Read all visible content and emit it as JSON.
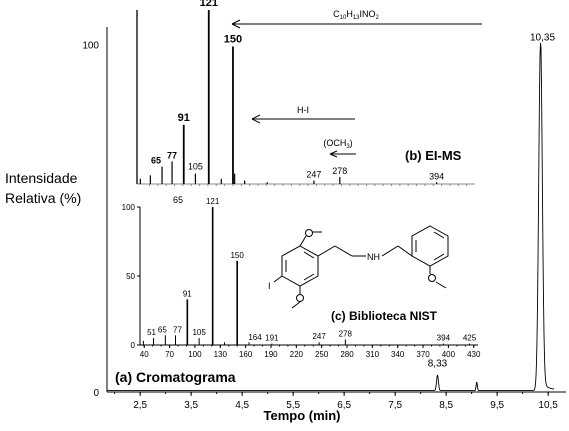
{
  "ylabel_line1": "Intensidade",
  "ylabel_line2": "Relativa (%)",
  "chart_data": [
    {
      "id": "chromatogram",
      "type": "line",
      "panel_label": "(a) Cromatograma",
      "xlabel": "Tempo (min)",
      "xlim": [
        1.85,
        10.85
      ],
      "ylim": [
        0,
        105
      ],
      "x_ticks": [
        "2,5",
        "3,5",
        "4,5",
        "5,5",
        "6,5",
        "7,5",
        "8,5",
        "9,5",
        "10,5"
      ],
      "y_ticks": [
        "0",
        "100"
      ],
      "grid": false,
      "peaks": [
        {
          "x": 8.33,
          "height": 4.5,
          "label": "8,33"
        },
        {
          "x": 9.1,
          "height": 2.5,
          "label": ""
        },
        {
          "x": 10.35,
          "height": 100,
          "label": "10,35"
        }
      ]
    },
    {
      "id": "ei-ms",
      "type": "bar",
      "panel_label": "(b) EI-MS",
      "formula_base": "C",
      "formula_sub1": "10",
      "formula_mid": "H",
      "formula_sub2": "13",
      "formula_tail": "INO",
      "formula_sub3": "2",
      "loss_hi": "H-I",
      "loss_och3": "(OCH",
      "loss_och3_sub": "3",
      "loss_och3_tail": ")",
      "xlim": [
        35,
        440
      ],
      "ylim": [
        0,
        100
      ],
      "peaks": [
        {
          "mz": 39,
          "intensity": 3
        },
        {
          "mz": 51,
          "intensity": 5
        },
        {
          "mz": 65,
          "intensity": 10,
          "label": "65"
        },
        {
          "mz": 77,
          "intensity": 13,
          "label": "77"
        },
        {
          "mz": 91,
          "intensity": 34,
          "label": "91"
        },
        {
          "mz": 105,
          "intensity": 6,
          "label": "105"
        },
        {
          "mz": 121,
          "intensity": 100,
          "label": "121"
        },
        {
          "mz": 136,
          "intensity": 3
        },
        {
          "mz": 150,
          "intensity": 79,
          "label": "150"
        },
        {
          "mz": 152,
          "intensity": 6
        },
        {
          "mz": 164,
          "intensity": 2
        },
        {
          "mz": 191,
          "intensity": 1
        },
        {
          "mz": 247,
          "intensity": 2,
          "label": "247"
        },
        {
          "mz": 278,
          "intensity": 4,
          "label": "278"
        },
        {
          "mz": 394,
          "intensity": 1,
          "label": "394"
        }
      ]
    },
    {
      "id": "nist-library",
      "type": "bar",
      "panel_label": "(c) Biblioteca NIST",
      "xlim": [
        35,
        435
      ],
      "ylim": [
        0,
        100
      ],
      "x_ticks": [
        "40",
        "70",
        "100",
        "130",
        "160",
        "190",
        "220",
        "250",
        "280",
        "310",
        "340",
        "370",
        "400",
        "430"
      ],
      "y_ticks": [
        "0",
        "50",
        "100"
      ],
      "top_label": "65",
      "peaks": [
        {
          "mz": 39,
          "intensity": 3
        },
        {
          "mz": 51,
          "intensity": 5,
          "label": "51"
        },
        {
          "mz": 65,
          "intensity": 7,
          "label": "65"
        },
        {
          "mz": 77,
          "intensity": 7,
          "label": "77"
        },
        {
          "mz": 91,
          "intensity": 33,
          "label": "91"
        },
        {
          "mz": 105,
          "intensity": 5,
          "label": "105"
        },
        {
          "mz": 121,
          "intensity": 100,
          "label": "121"
        },
        {
          "mz": 135,
          "intensity": 2
        },
        {
          "mz": 150,
          "intensity": 61,
          "label": "150"
        },
        {
          "mz": 164,
          "intensity": 2,
          "label": "164"
        },
        {
          "mz": 191,
          "intensity": 1,
          "label": "191"
        },
        {
          "mz": 247,
          "intensity": 2,
          "label": "247"
        },
        {
          "mz": 278,
          "intensity": 4,
          "label": "278"
        },
        {
          "mz": 394,
          "intensity": 1,
          "label": "394"
        },
        {
          "mz": 425,
          "intensity": 1,
          "label": "425"
        }
      ]
    }
  ],
  "structure": {
    "atom_nh": "NH",
    "atom_i": "I"
  }
}
